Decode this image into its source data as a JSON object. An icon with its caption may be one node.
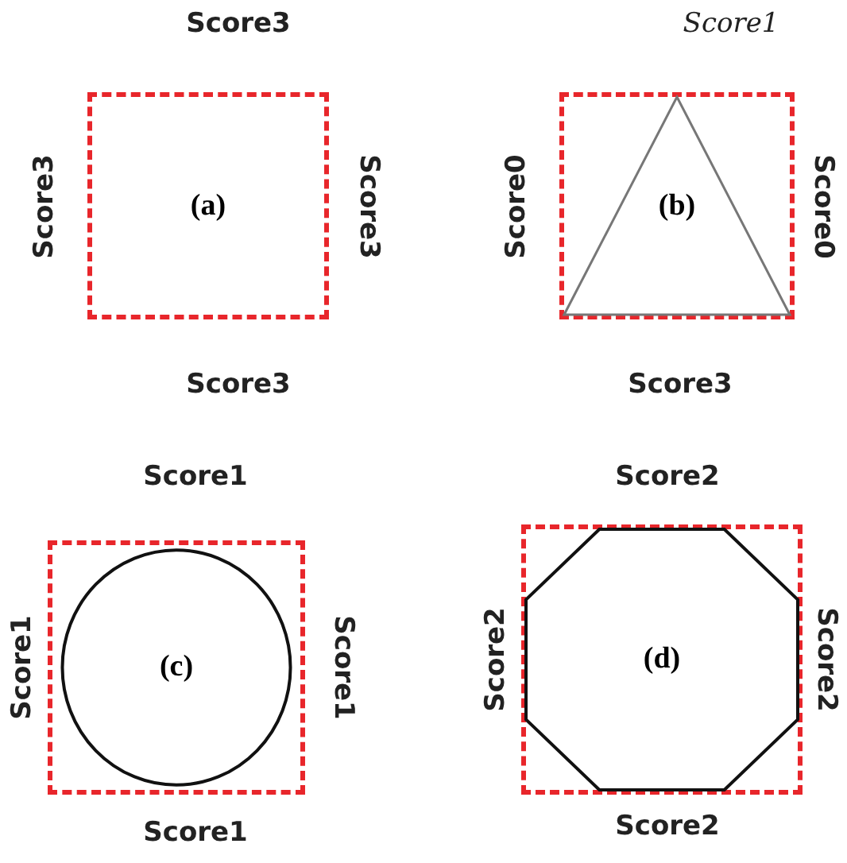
{
  "diagram": {
    "nodes": [
      {
        "text": [
          "(a)"
        ]
      },
      {
        "text": [],
        "shape": "box"
      },
      {
        "text": [
          "(b)"
        ],
        "in": 1
      },
      {
        "text": [],
        "shape": "box"
      },
      {
        "text": [
          "(c)"
        ],
        "in": 3
      },
      {
        "text": [],
        "shape": "box"
      },
      {
        "text": [
          "(d)"
        ],
        "in": 5
      }
    ],
    "edges": [],
    "labels": [
      "Score3",
      "Score1",
      "Score3",
      "Score3",
      "Score0",
      "Score0",
      "Score3",
      "Score3",
      "Score1",
      "Score2",
      "Score1",
      "Score1",
      "Score2",
      "Score2",
      "Score1",
      "Score2"
    ]
  }
}
